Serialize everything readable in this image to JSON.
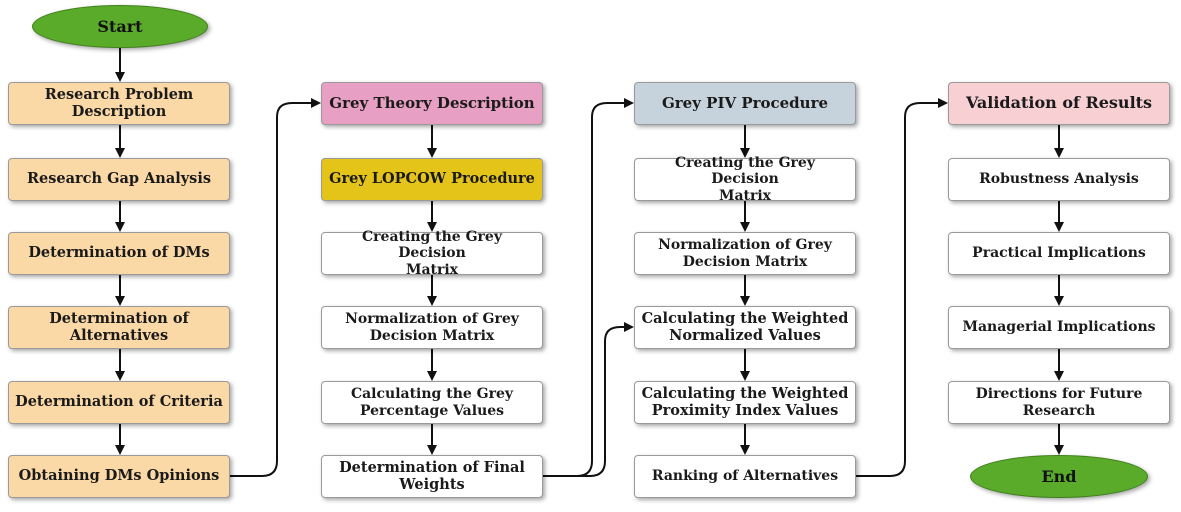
{
  "nodes": {
    "start": "Start",
    "research_problem": "Research Problem\nDescription",
    "research_gap": "Research Gap Analysis",
    "determination_dms": "Determination of DMs",
    "determination_alternatives": "Determination of\nAlternatives",
    "determination_criteria": "Determination of Criteria",
    "obtaining_opinions": "Obtaining DMs Opinions",
    "grey_theory": "Grey Theory Description",
    "grey_lopcow": "Grey LOPCOW Procedure",
    "lopcow_creating": "Creating the Grey Decision\nMatrix",
    "lopcow_normalization": "Normalization of Grey\nDecision Matrix",
    "lopcow_percentage": "Calculating the Grey\nPercentage Values",
    "lopcow_final_weights": "Determination of  Final\nWeights",
    "grey_piv": "Grey PIV Procedure",
    "piv_creating": "Creating the Grey Decision\nMatrix",
    "piv_normalization": "Normalization of Grey\nDecision Matrix",
    "piv_weighted_normalized": "Calculating the Weighted\nNormalized Values",
    "piv_proximity": "Calculating the Weighted\nProximity Index Values",
    "piv_ranking": "Ranking of Alternatives",
    "validation": "Validation of Results",
    "robustness": "Robustness Analysis",
    "practical": "Practical Implications",
    "managerial": "Managerial Implications",
    "future_research": "Directions for Future\nResearch",
    "end": "End"
  },
  "colors": {
    "col1_fill": "#fbd9a7",
    "grey_theory_fill": "#e7a0c3",
    "grey_lopcow_fill": "#e5c41a",
    "grey_piv_fill": "#c7d3dc",
    "validation_fill": "#f8d0d4",
    "terminal_fill": "#5aab2a",
    "arrow": "#111111"
  }
}
